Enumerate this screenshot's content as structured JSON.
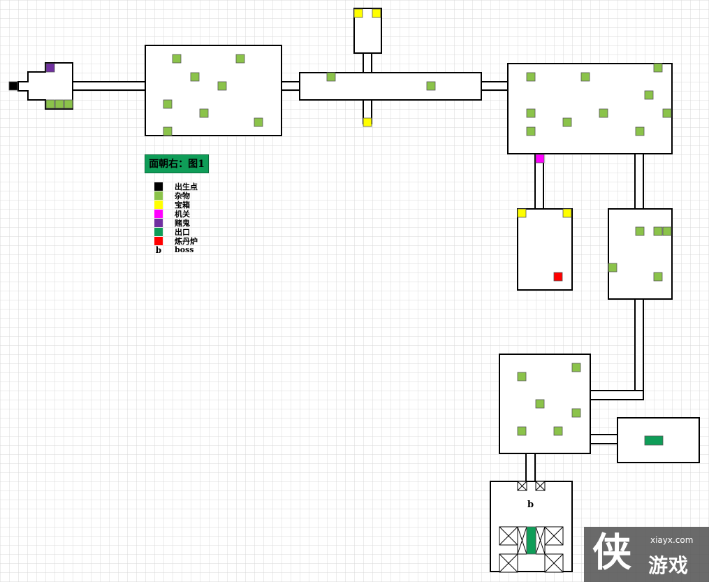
{
  "legend": {
    "title": "面朝右：图1",
    "items": [
      {
        "key": "spawn",
        "label": "出生点",
        "color": "#000000"
      },
      {
        "key": "item",
        "label": "杂物",
        "color": "#8bc34a"
      },
      {
        "key": "chest",
        "label": "宝箱",
        "color": "#ffff00"
      },
      {
        "key": "switch",
        "label": "机关",
        "color": "#ff00ff"
      },
      {
        "key": "ghost",
        "label": "赌鬼",
        "color": "#7030a0"
      },
      {
        "key": "exit",
        "label": "出口",
        "color": "#0f9d58"
      },
      {
        "key": "furnace",
        "label": "炼丹炉",
        "color": "#ff0000"
      },
      {
        "key": "boss",
        "label": "boss",
        "symbol": "b"
      }
    ]
  },
  "map": {
    "boss_marker": "b",
    "orientation": "面朝右",
    "map_number": "图1"
  },
  "watermark": {
    "site": "xiayx.com",
    "glyph": "侠",
    "text": "游戏"
  }
}
